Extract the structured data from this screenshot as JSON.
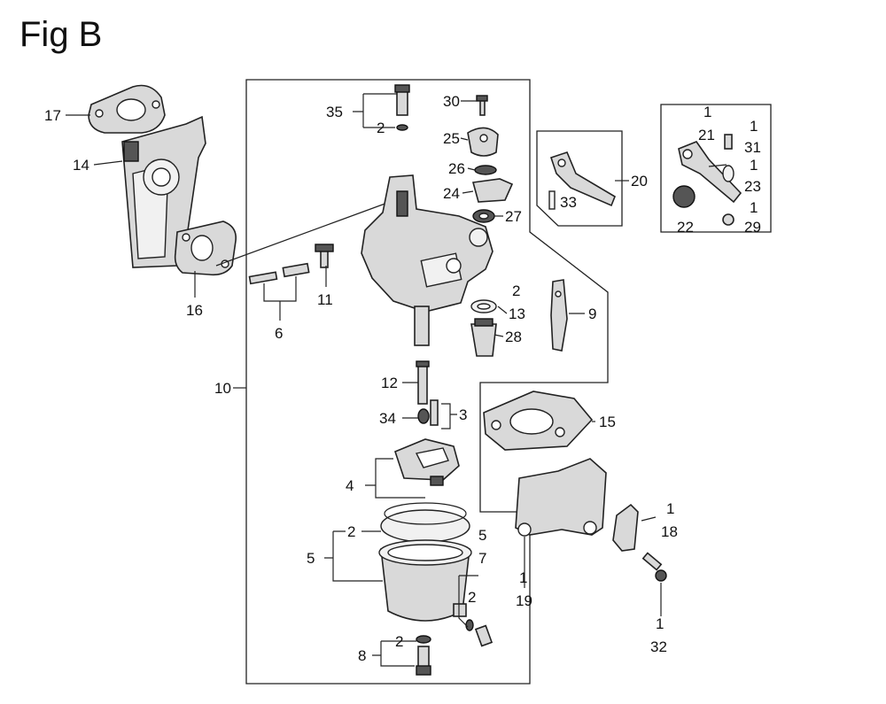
{
  "title": "Fig B",
  "callouts": {
    "n1": "1",
    "n2": "2",
    "n3": "3",
    "n4": "4",
    "n5": "5",
    "n6": "6",
    "n7": "7",
    "n8": "8",
    "n9": "9",
    "n10": "10",
    "n11": "11",
    "n12": "12",
    "n13": "13",
    "n14": "14",
    "n15": "15",
    "n16": "16",
    "n17": "17",
    "n18": "18",
    "n19": "19",
    "n20": "20",
    "n21": "21",
    "n22": "22",
    "n23": "23",
    "n24": "24",
    "n25": "25",
    "n26": "26",
    "n27": "27",
    "n28": "28",
    "n29": "29",
    "n30": "30",
    "n31": "31",
    "n32": "32",
    "n33": "33",
    "n34": "34",
    "n35": "35"
  }
}
